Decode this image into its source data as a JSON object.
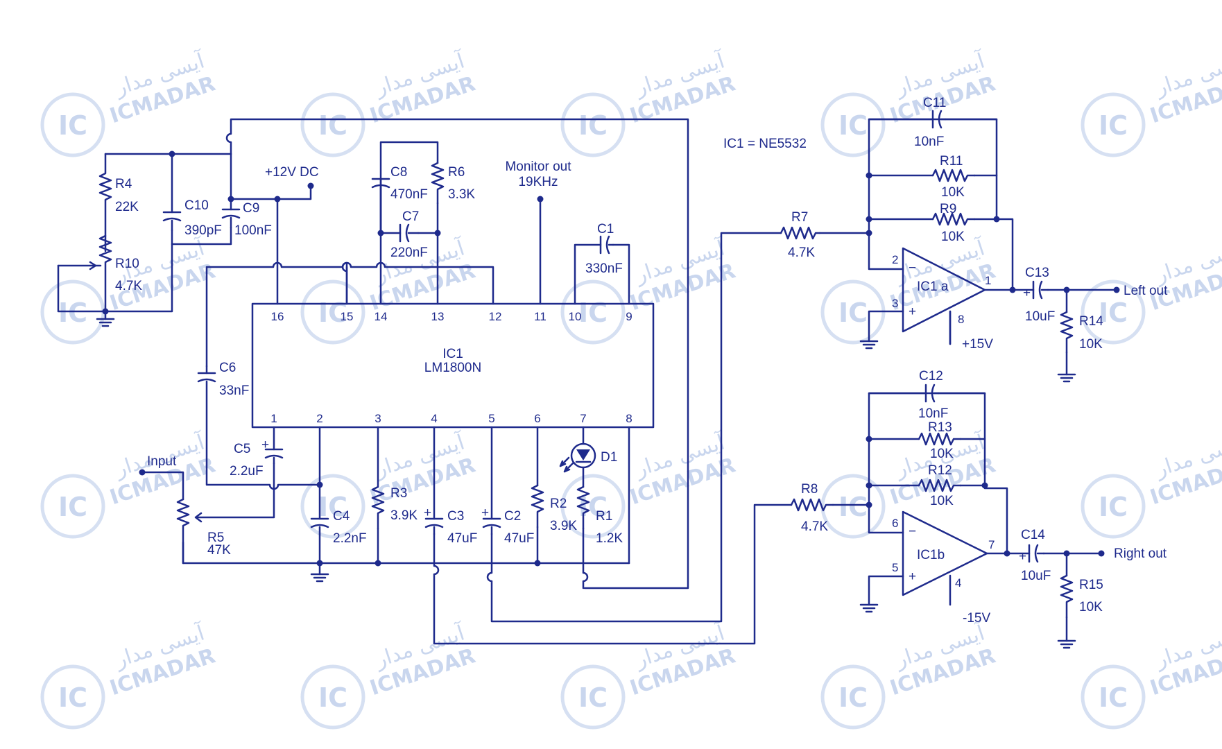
{
  "ic1": {
    "ref": "IC1",
    "part": "LM1800N"
  },
  "ic_note": "IC1 = NE5532",
  "supply": "+12V DC",
  "monitor": {
    "line1": "Monitor out",
    "line2": "19KHz"
  },
  "input_label": "Input",
  "left_out": "Left out",
  "right_out": "Right out",
  "pins_top": [
    "16",
    "15",
    "14",
    "13",
    "12",
    "11",
    "10",
    "9"
  ],
  "pins_bottom": [
    "1",
    "2",
    "3",
    "4",
    "5",
    "6",
    "7",
    "8"
  ],
  "components": {
    "R4": {
      "ref": "R4",
      "val": "22K"
    },
    "R10": {
      "ref": "R10",
      "val": "4.7K"
    },
    "C10": {
      "ref": "C10",
      "val": "390pF"
    },
    "C9": {
      "ref": "C9",
      "val": "100nF"
    },
    "C8": {
      "ref": "C8",
      "val": "470nF"
    },
    "R6": {
      "ref": "R6",
      "val": "3.3K"
    },
    "C7": {
      "ref": "C7",
      "val": "220nF"
    },
    "C1": {
      "ref": "C1",
      "val": "330nF"
    },
    "C6": {
      "ref": "C6",
      "val": "33nF"
    },
    "C5": {
      "ref": "C5",
      "val": "2.2uF"
    },
    "R5": {
      "ref": "R5",
      "val": "47K"
    },
    "C4": {
      "ref": "C4",
      "val": "2.2nF"
    },
    "R3": {
      "ref": "R3",
      "val": "3.9K"
    },
    "C3": {
      "ref": "C3",
      "val": "47uF"
    },
    "C2": {
      "ref": "C2",
      "val": "47uF"
    },
    "R2": {
      "ref": "R2",
      "val": "3.9K"
    },
    "D1": {
      "ref": "D1"
    },
    "R1": {
      "ref": "R1",
      "val": "1.2K"
    },
    "R7": {
      "ref": "R7",
      "val": "4.7K"
    },
    "R8": {
      "ref": "R8",
      "val": "4.7K"
    },
    "C11": {
      "ref": "C11",
      "val": "10nF"
    },
    "R11": {
      "ref": "R11",
      "val": "10K"
    },
    "R9": {
      "ref": "R9",
      "val": "10K"
    },
    "C12": {
      "ref": "C12",
      "val": "10nF"
    },
    "R13": {
      "ref": "R13",
      "val": "10K"
    },
    "R12": {
      "ref": "R12",
      "val": "10K"
    },
    "C13": {
      "ref": "C13",
      "val": "10uF"
    },
    "R14": {
      "ref": "R14",
      "val": "10K"
    },
    "C14": {
      "ref": "C14",
      "val": "10uF"
    },
    "R15": {
      "ref": "R15",
      "val": "10K"
    }
  },
  "opamp_a": {
    "name": "IC1 a",
    "pin_inv": "2",
    "pin_noninv": "3",
    "pin_out": "1",
    "pin_pwr": "8",
    "supply": "+15V"
  },
  "opamp_b": {
    "name": "IC1b",
    "pin_inv": "6",
    "pin_noninv": "5",
    "pin_out": "7",
    "pin_pwr": "4",
    "supply": "-15V"
  },
  "watermark": {
    "text_fa": "آیسی مدار",
    "text_en": "ICMADAR",
    "logo": "IC"
  }
}
